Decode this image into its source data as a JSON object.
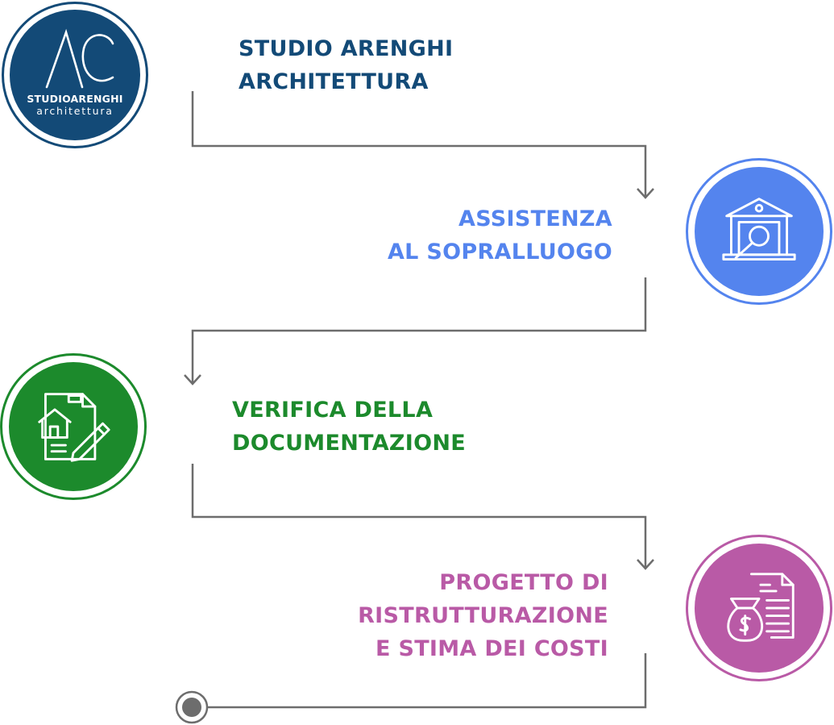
{
  "colors": {
    "navy": "#134a77",
    "blue": "#5484ee",
    "green": "#1c8a2c",
    "magenta": "#b95aa6",
    "connector": "#6d6d6d"
  },
  "logo": {
    "monogram": "AC",
    "line1": "STUDIOARENGHI",
    "line2": "architettura",
    "icon": "studio-logo"
  },
  "steps": [
    {
      "line1": "STUDIO ARENGHI",
      "line2": "ARCHITETTURA",
      "line3": ""
    },
    {
      "line1": "ASSISTENZA",
      "line2": "AL SOPRALLUOGO",
      "line3": "",
      "icon": "house-inspection-icon"
    },
    {
      "line1": "VERIFICA DELLA",
      "line2": "DOCUMENTAZIONE",
      "line3": "",
      "icon": "document-signing-icon"
    },
    {
      "line1": "PROGETTO DI",
      "line2": "RISTRUTTURAZIONE",
      "line3": "E STIMA DEI COSTI",
      "icon": "money-estimate-icon"
    }
  ]
}
